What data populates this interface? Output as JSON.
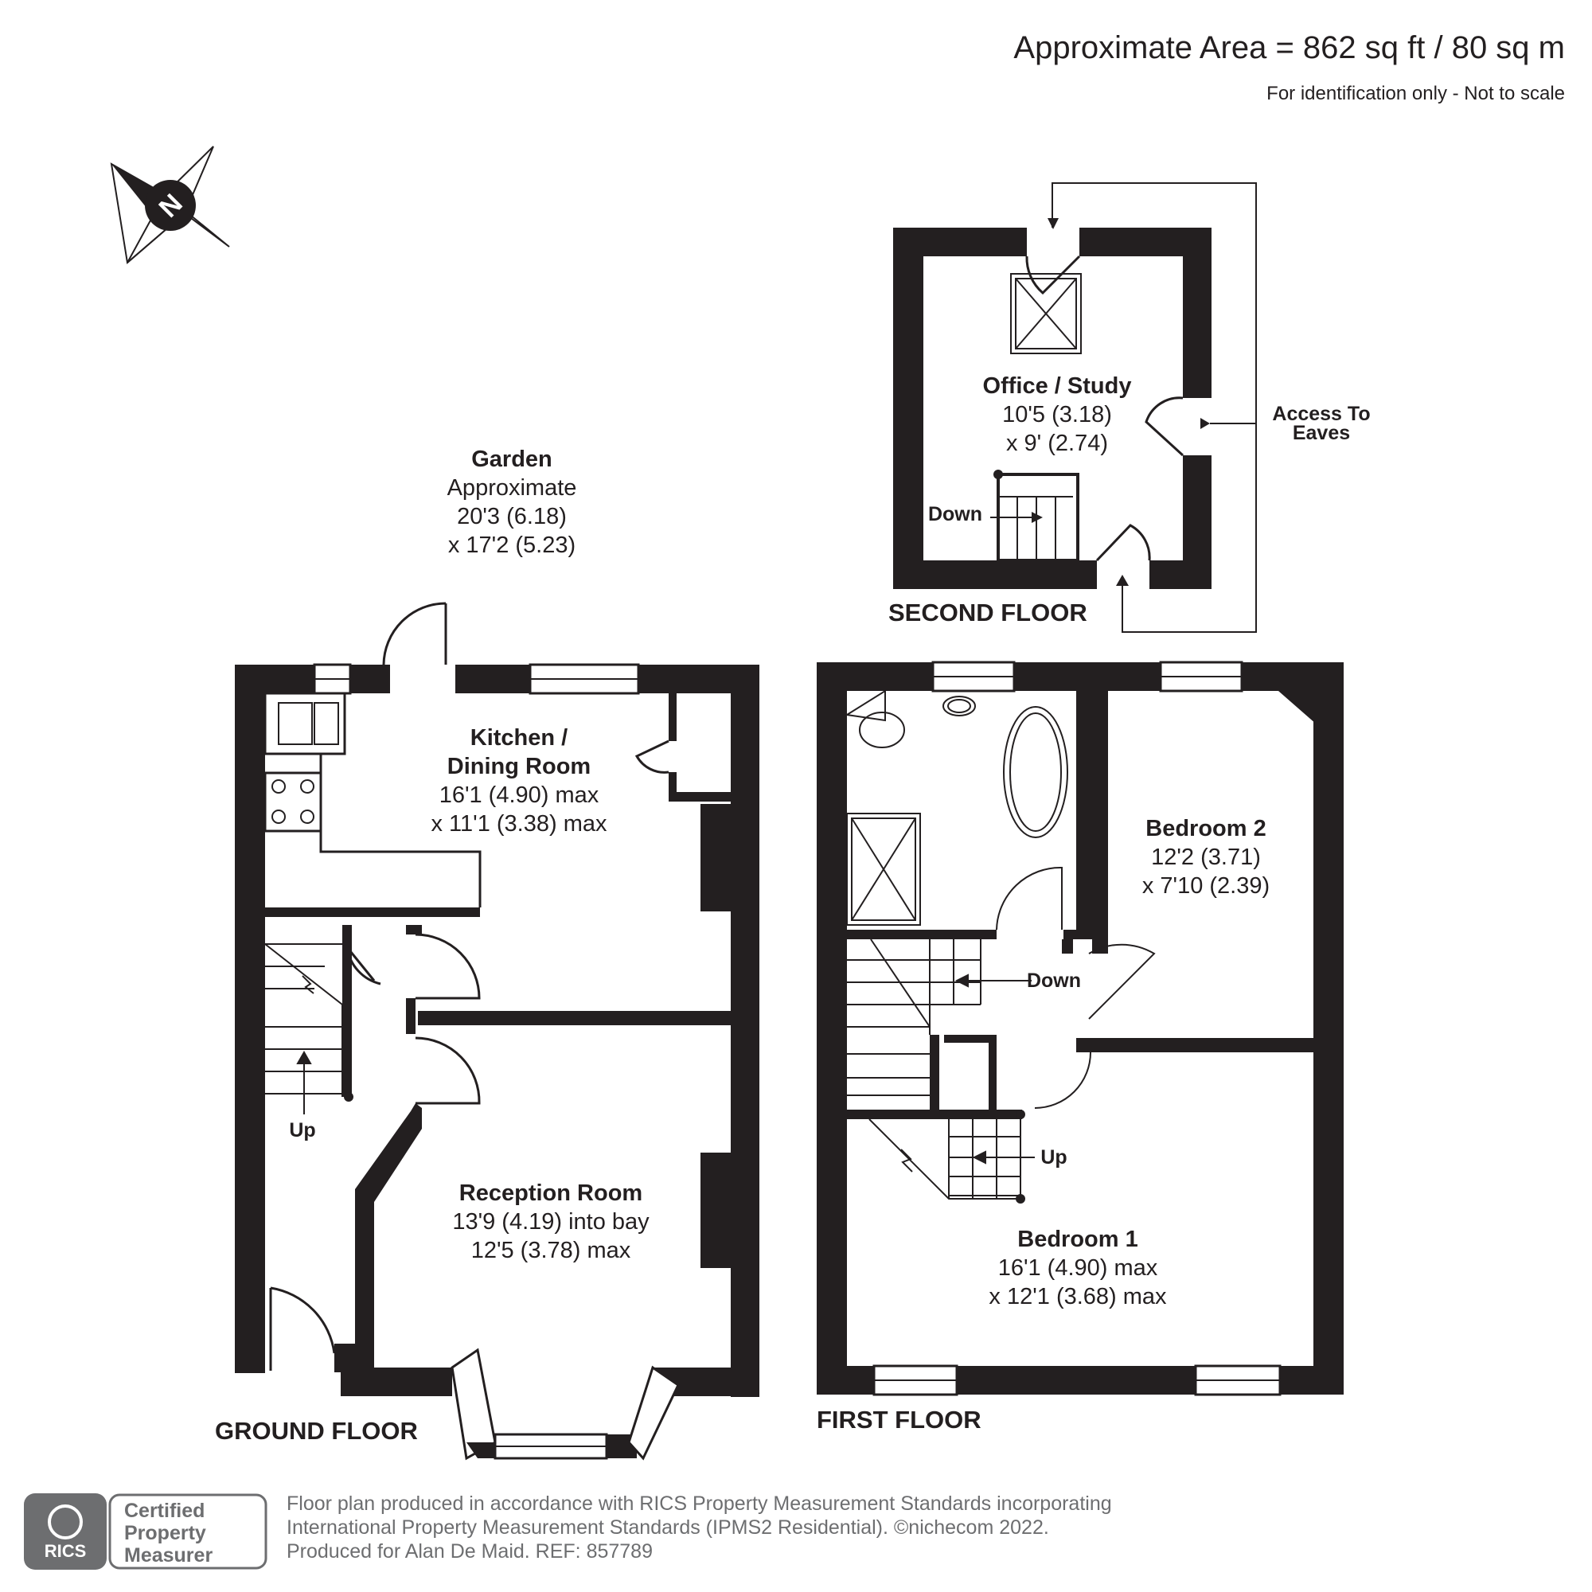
{
  "header": {
    "area_title": "Approximate Area = 862 sq ft / 80 sq m",
    "area_subtitle": "For identification only - Not to scale"
  },
  "compass": {
    "letter": "N",
    "icon": "north-compass-icon"
  },
  "floors": {
    "ground": "GROUND FLOOR",
    "first": "FIRST FLOOR",
    "second": "SECOND FLOOR"
  },
  "rooms": {
    "garden": {
      "name": "Garden",
      "lines": [
        "Approximate",
        "20'3 (6.18)",
        "x 17'2 (5.23)"
      ]
    },
    "kitchen": {
      "name_lines": [
        "Kitchen /",
        "Dining Room"
      ],
      "lines": [
        "16'1 (4.90) max",
        "x 11'1 (3.38) max"
      ]
    },
    "reception": {
      "name": "Reception Room",
      "lines": [
        "13'9 (4.19) into bay",
        "12'5 (3.78) max"
      ]
    },
    "office": {
      "name": "Office / Study",
      "lines": [
        "10'5 (3.18)",
        "x 9' (2.74)"
      ]
    },
    "bedroom2": {
      "name": "Bedroom 2",
      "lines": [
        "12'2 (3.71)",
        "x 7'10 (2.39)"
      ]
    },
    "bedroom1": {
      "name": "Bedroom 1",
      "lines": [
        "16'1 (4.90) max",
        "x 12'1 (3.68) max"
      ]
    }
  },
  "annotations": {
    "up": "Up",
    "down": "Down",
    "eaves_line1": "Access To",
    "eaves_line2": "Eaves"
  },
  "colors": {
    "wall": "#231f20",
    "text": "#231f20",
    "footer": "#6d6e70",
    "badge": "#6d6e70"
  },
  "footer": {
    "badge_logo": "RICS",
    "badge_lines": [
      "Certified",
      "Property",
      "Measurer"
    ],
    "lines": [
      "Floor plan produced in accordance with RICS Property Measurement Standards incorporating",
      "International Property Measurement Standards (IPMS2 Residential).   ©nichecom 2022.",
      "Produced for Alan De Maid.   REF: 857789"
    ]
  }
}
